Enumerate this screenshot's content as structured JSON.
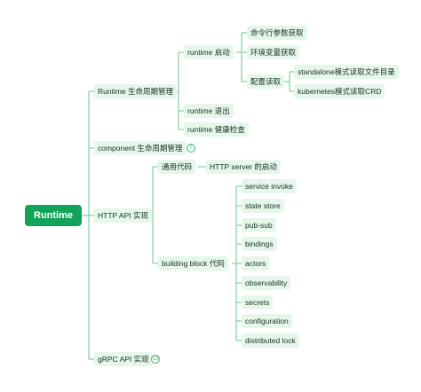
{
  "root": "Runtime",
  "nodes": {
    "runtime_lifecycle": "Runtime 生命周期管理",
    "runtime_start": "runtime 启动",
    "cmd_args": "命令行参数获取",
    "env_vars": "环境变量获取",
    "config_read": "配置读取",
    "standalone_mode": "standalone模式读取文件目录",
    "kubernetes_mode": "kubernetes模式读取CRD",
    "runtime_exit": "runtime 退出",
    "runtime_health": "runtime 健康检查",
    "component_lifecycle": "component 生命周期管理",
    "http_api": "HTTP API 实现",
    "common_code": "通用代码",
    "http_server_start": "HTTP server 的启动",
    "building_block_code": "building block 代码",
    "building_blocks": [
      "service invoke",
      "state store",
      "pub-sub",
      "bindings",
      "actors",
      "observability",
      "secrets",
      "configuration",
      "distributed lock"
    ],
    "grpc_api": "gRPC API 实现"
  },
  "badges": {
    "component_lifecycle": "7",
    "grpc_api": "13"
  },
  "colors": {
    "root_fill": "#12a35a",
    "line": "#7fd0a0",
    "node_fill": "#e5f6ea"
  }
}
